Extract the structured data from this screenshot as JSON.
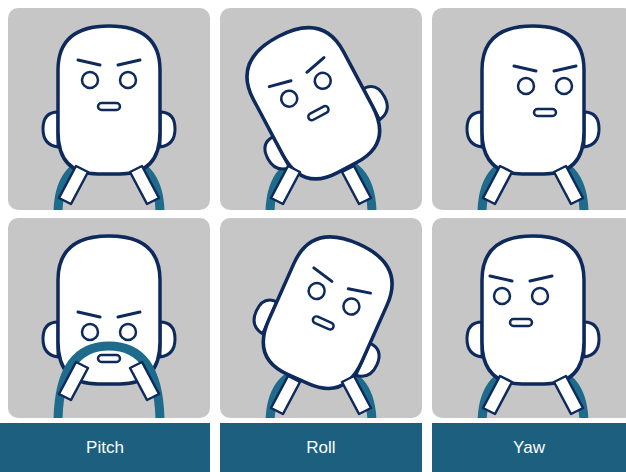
{
  "diagram": {
    "nodes": [
      {
        "text": [
          "Pitch"
        ]
      },
      {
        "text": [
          "Roll"
        ]
      },
      {
        "text": [
          "Yaw"
        ]
      }
    ]
  }
}
